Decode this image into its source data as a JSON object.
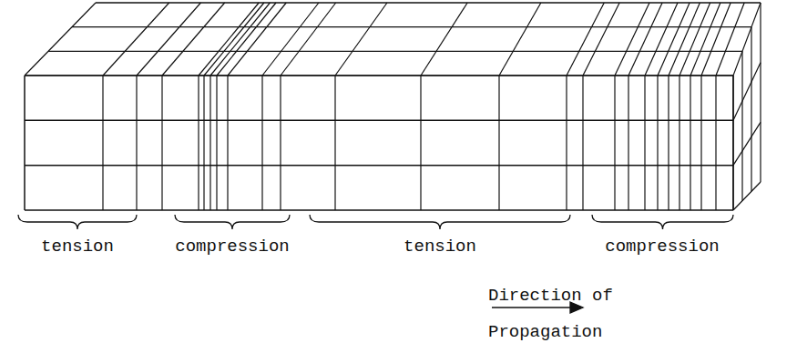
{
  "diagram": {
    "labels": [
      "tension",
      "compression",
      "tension",
      "compression",
      "Direction of Propagation"
    ]
  }
}
